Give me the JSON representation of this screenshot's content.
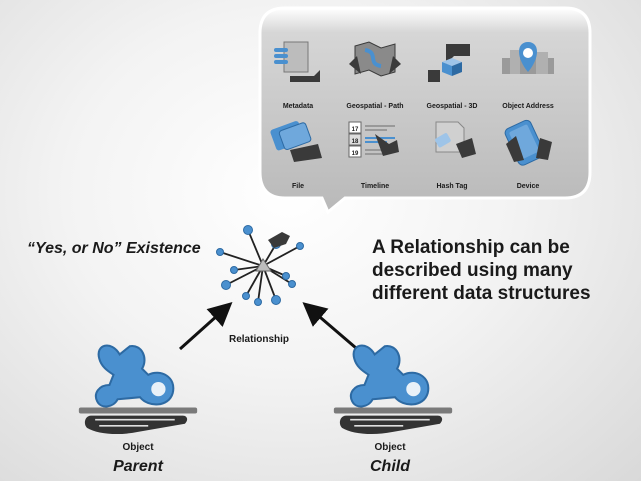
{
  "bubble": {
    "tiles": [
      {
        "label": "Metadata",
        "icon": "metadata-icon"
      },
      {
        "label": "Geospatial - Path",
        "icon": "geospatial-path-icon"
      },
      {
        "label": "Geospatial - 3D",
        "icon": "geospatial-3d-icon"
      },
      {
        "label": "Object Address",
        "icon": "object-address-icon"
      },
      {
        "label": "File",
        "icon": "file-icon"
      },
      {
        "label": "Timeline",
        "icon": "timeline-icon"
      },
      {
        "label": "Hash Tag",
        "icon": "hash-tag-icon"
      },
      {
        "label": "Device",
        "icon": "device-icon"
      }
    ],
    "timeline_days": [
      "17",
      "18",
      "19"
    ]
  },
  "existence_label": "“Yes, or No” Existence",
  "description": {
    "line1": "A Relationship can be",
    "line2": "described using many",
    "line3": "different data structures"
  },
  "relationship_label": "Relationship",
  "parent": {
    "type": "Object",
    "name": "Parent"
  },
  "child": {
    "type": "Object",
    "name": "Child"
  },
  "colors": {
    "accent_blue": "#4a90cf",
    "dark_gray": "#3a3a3a",
    "mid_gray": "#6b6b6b",
    "bubble_fill": "#c8c8c8"
  }
}
